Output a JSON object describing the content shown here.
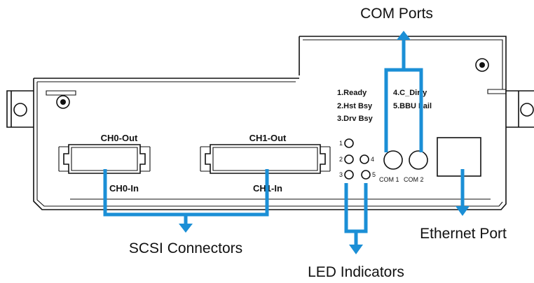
{
  "callouts": {
    "com_ports": "COM Ports",
    "scsi_connectors": "SCSI Connectors",
    "led_indicators": "LED Indicators",
    "ethernet_port": "Ethernet Port"
  },
  "connectors": {
    "ch0_out": "CH0-Out",
    "ch0_in": "CH0-In",
    "ch1_out": "CH1-Out",
    "ch1_in": "CH1-In"
  },
  "led_legend": {
    "left": [
      "1.Ready",
      "2.Hst Bsy",
      "3.Drv Bsy"
    ],
    "right": [
      "4.C_Dirty",
      "5.BBU Fail"
    ]
  },
  "led_numbers": [
    "1",
    "2",
    "3",
    "4",
    "5"
  ],
  "com_labels": [
    "COM 1",
    "COM 2"
  ],
  "colors": {
    "callout": "#1b8fd6",
    "outline": "#111111"
  }
}
